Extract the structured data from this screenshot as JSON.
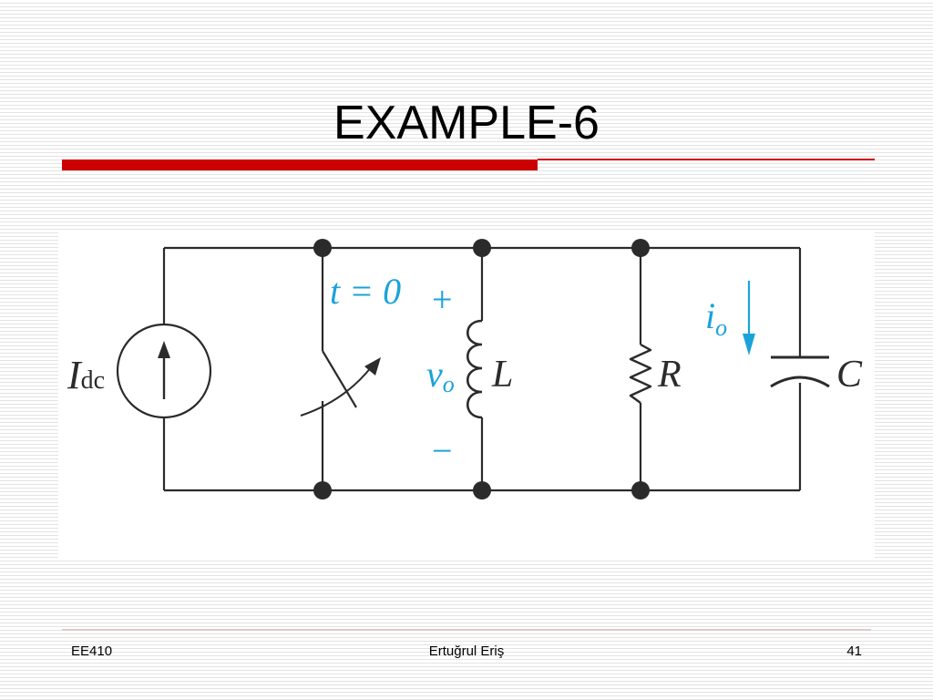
{
  "slide": {
    "title": "EXAMPLE-6"
  },
  "circuit": {
    "source_label": "I",
    "source_subscript": "dc",
    "switch_label": "t = 0",
    "voltage_label": "v",
    "voltage_subscript": "o",
    "plus_sign": "+",
    "minus_sign": "−",
    "inductor_label": "L",
    "resistor_label": "R",
    "current_label": "i",
    "current_subscript": "o",
    "capacitor_label": "C",
    "annotation_color": "#1aa3d9",
    "wire_color": "#2b2b2b"
  },
  "footer": {
    "left": "EE410",
    "center": "Ertuğrul Eriş",
    "right": "41"
  },
  "colors": {
    "accent": "#cc0000"
  }
}
